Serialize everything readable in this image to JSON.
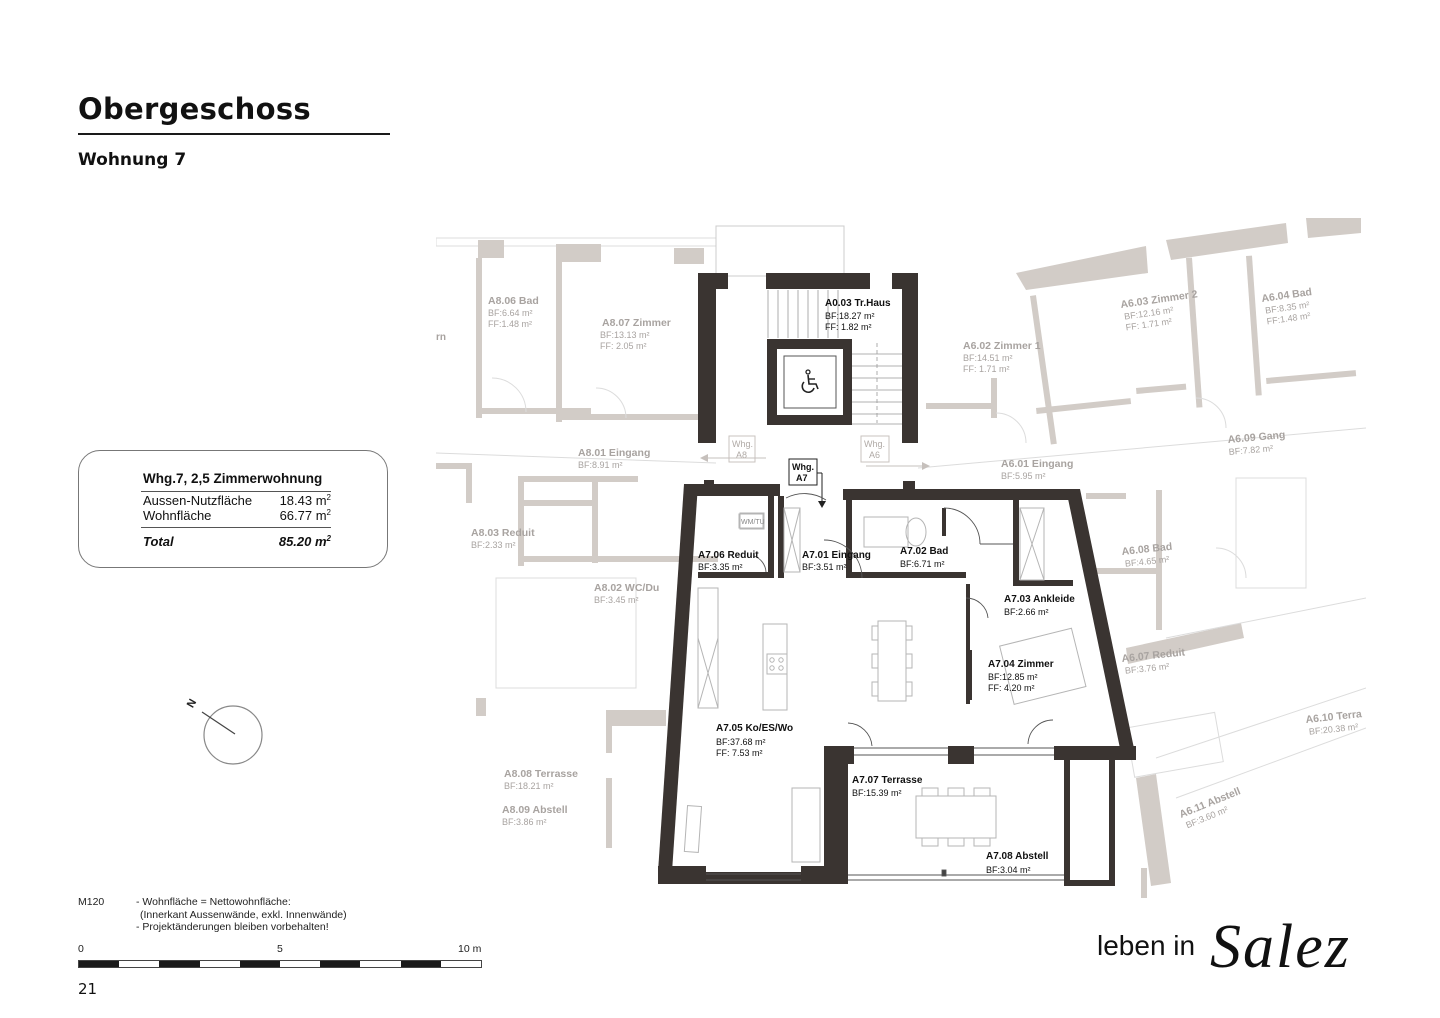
{
  "header": {
    "title": "Obergeschoss",
    "subtitle": "Wohnung 7"
  },
  "summary": {
    "heading": "Whg.7, 2,5 Zimmerwohnung",
    "rows": [
      {
        "label": "Aussen-Nutzfläche",
        "value": "18.43 m",
        "unit_sup": "2"
      },
      {
        "label": "Wohnfläche",
        "value": "66.77 m",
        "unit_sup": "2"
      }
    ],
    "total": {
      "label": "Total",
      "value": "85.20 m",
      "unit_sup": "2"
    }
  },
  "north_arrow": {
    "label": "N",
    "icon": "north-arrow-icon"
  },
  "notes": {
    "scale": "M120",
    "lines": [
      "- Wohnfläche = Nettowohnfläche:",
      "  (Innerkant Aussenwände, exkl. Innenwände)",
      "- Projektänderungen bleiben vorbehalten!"
    ]
  },
  "scale_bar": {
    "labels": [
      "0",
      "5",
      "10 m"
    ],
    "segments": 10
  },
  "page_number": "21",
  "brand": {
    "prefix": "leben in",
    "script": "Salez"
  },
  "plan": {
    "stair_access": {
      "labels": [
        {
          "id": "whg-a8",
          "line1": "Whg.",
          "line2": "A8"
        },
        {
          "id": "whg-a6",
          "line1": "Whg.",
          "line2": "A6"
        },
        {
          "id": "whg-a7",
          "line1": "Whg.",
          "line2": "A7"
        }
      ],
      "elevator_icon": "wheelchair-icon"
    },
    "rooms_active": [
      {
        "id": "A0.03",
        "name": "A0.03 Tr.Haus",
        "bf": "BF:18.27 m²",
        "ff": "FF:  1.82 m²"
      },
      {
        "id": "A7.06",
        "name": "A7.06 Reduit",
        "bf": "BF:3.35 m²"
      },
      {
        "id": "A7.01",
        "name": "A7.01 Eingang",
        "bf": "BF:3.51 m²"
      },
      {
        "id": "A7.02",
        "name": "A7.02 Bad",
        "bf": "BF:6.71 m²"
      },
      {
        "id": "A7.03",
        "name": "A7.03 Ankleide",
        "bf": "BF:2.66 m²"
      },
      {
        "id": "A7.04",
        "name": "A7.04 Zimmer",
        "bf": "BF:12.85 m²",
        "ff": "FF:  4.20 m²"
      },
      {
        "id": "A7.05",
        "name": "A7.05 Ko/ES/Wo",
        "bf": "BF:37.68 m²",
        "ff": "FF:  7.53 m²"
      },
      {
        "id": "A7.07",
        "name": "A7.07 Terrasse",
        "bf": "BF:15.39 m²"
      },
      {
        "id": "A7.08",
        "name": "A7.08 Abstell",
        "bf": "BF:3.04 m²"
      }
    ],
    "appliance_label": "WM/TU",
    "rooms_faded": [
      {
        "id": "A8.06",
        "name": "A8.06 Bad",
        "bf": "BF:6.64 m²",
        "ff": "FF:1.48 m²"
      },
      {
        "id": "A8.07",
        "name": "A8.07 Zimmer",
        "bf": "BF:13.13 m²",
        "ff": "FF:  2.05 m²"
      },
      {
        "id": "A8.01",
        "name": "A8.01 Eingang",
        "bf": "BF:8.91 m²"
      },
      {
        "id": "A8.03",
        "name": "A8.03 Reduit",
        "bf": "BF:2.33 m²"
      },
      {
        "id": "A8.02",
        "name": "A8.02 WC/Du",
        "bf": "BF:3.45 m²"
      },
      {
        "id": "A8.08",
        "name": "A8.08 Terrasse",
        "bf": "BF:18.21 m²"
      },
      {
        "id": "A8.09",
        "name": "A8.09 Abstell",
        "bf": "BF:3.86 m²"
      },
      {
        "id": "A6.02",
        "name": "A6.02 Zimmer 1",
        "bf": "BF:14.51 m²",
        "ff": "FF:  1.71 m²"
      },
      {
        "id": "A6.03",
        "name": "A6.03 Zimmer 2",
        "bf": "BF:12.16 m²",
        "ff": "FF:  1.71 m²"
      },
      {
        "id": "A6.04",
        "name": "A6.04 Bad",
        "bf": "BF:8.35 m²",
        "ff": "FF:1.48 m²"
      },
      {
        "id": "A6.01",
        "name": "A6.01 Eingang",
        "bf": "BF:5.95 m²"
      },
      {
        "id": "A6.09",
        "name": "A6.09 Gang",
        "bf": "BF:7.82 m²"
      },
      {
        "id": "A6.08",
        "name": "A6.08 Bad",
        "bf": "BF:4.65 m²"
      },
      {
        "id": "A6.07",
        "name": "A6.07 Reduit",
        "bf": "BF:3.76 m²"
      },
      {
        "id": "A6.10",
        "name": "A6.10 Terra",
        "bf": "BF:20.38 m²"
      },
      {
        "id": "A6.11",
        "name": "A6.11 Abstell",
        "bf": "BF:3.60 m²"
      },
      {
        "id": "partial-left",
        "name": "rn"
      }
    ],
    "colors": {
      "active_wall": "#3a3431",
      "faded_wall": "#cfc8c3",
      "faded_text": "#a8a3a0",
      "furniture": "#b8b8b8"
    }
  }
}
